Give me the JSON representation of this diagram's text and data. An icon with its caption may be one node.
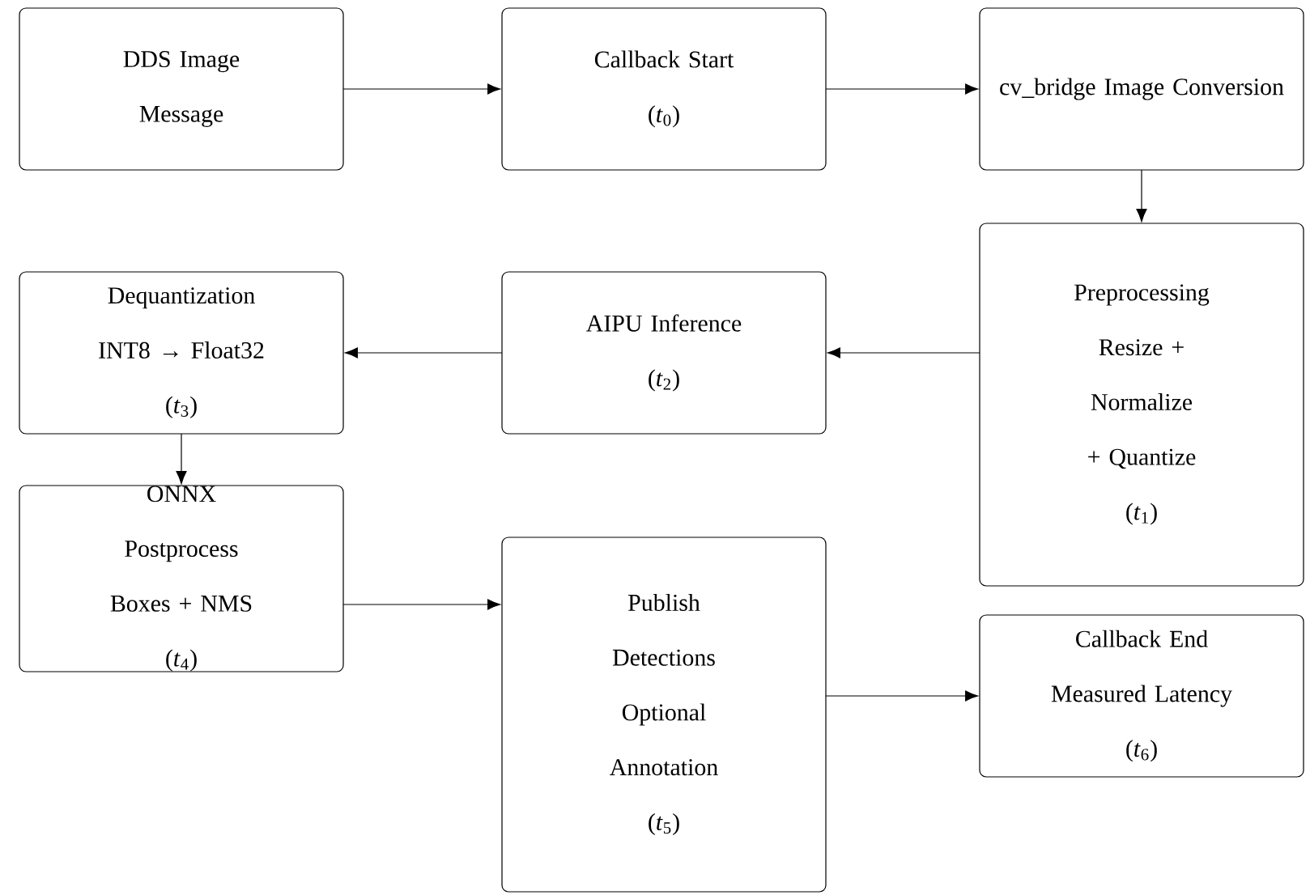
{
  "diagram": {
    "nodes": [
      {
        "text": [
          "DDS Image Message"
        ]
      },
      {
        "text": [
          "Callback Start",
          "(*t*$_{0}$)"
        ]
      },
      {
        "text": [
          "cv_bridge Image Conversion"
        ]
      },
      {
        "text": [
          "Preprocessing",
          "Resize + Normalize + Quantize",
          "(*t*$_{1}$)"
        ]
      },
      {
        "text": [
          "AIPU Inference",
          "(*t*$_{2}$)"
        ]
      },
      {
        "text": [
          "Dequantization",
          "INT8 → Float32",
          "(*t*$_{3}$)"
        ]
      },
      {
        "text": [
          "ONNX Postprocess",
          "Boxes + NMS",
          "(*t*$_{4}$)"
        ]
      },
      {
        "text": [
          "Publish Detections",
          "Optional Annotation",
          "(*t*$_{5}$)"
        ]
      },
      {
        "text": [
          "Callback End",
          "Measured Latency",
          "(*t*$_{6}$)"
        ]
      }
    ],
    "edges": [
      {
        "from": 0,
        "to": 1,
        "arrow": "to"
      },
      {
        "from": 1,
        "to": 2,
        "arrow": "to"
      },
      {
        "from": 2,
        "to": 3,
        "arrow": "to"
      },
      {
        "from": 3,
        "to": 4,
        "arrow": "to"
      },
      {
        "from": 4,
        "to": 5,
        "arrow": "to"
      },
      {
        "from": 5,
        "to": 6,
        "arrow": "to"
      },
      {
        "from": 6,
        "to": 7,
        "arrow": "to"
      },
      {
        "from": 7,
        "to": 8,
        "arrow": "to"
      }
    ]
  }
}
